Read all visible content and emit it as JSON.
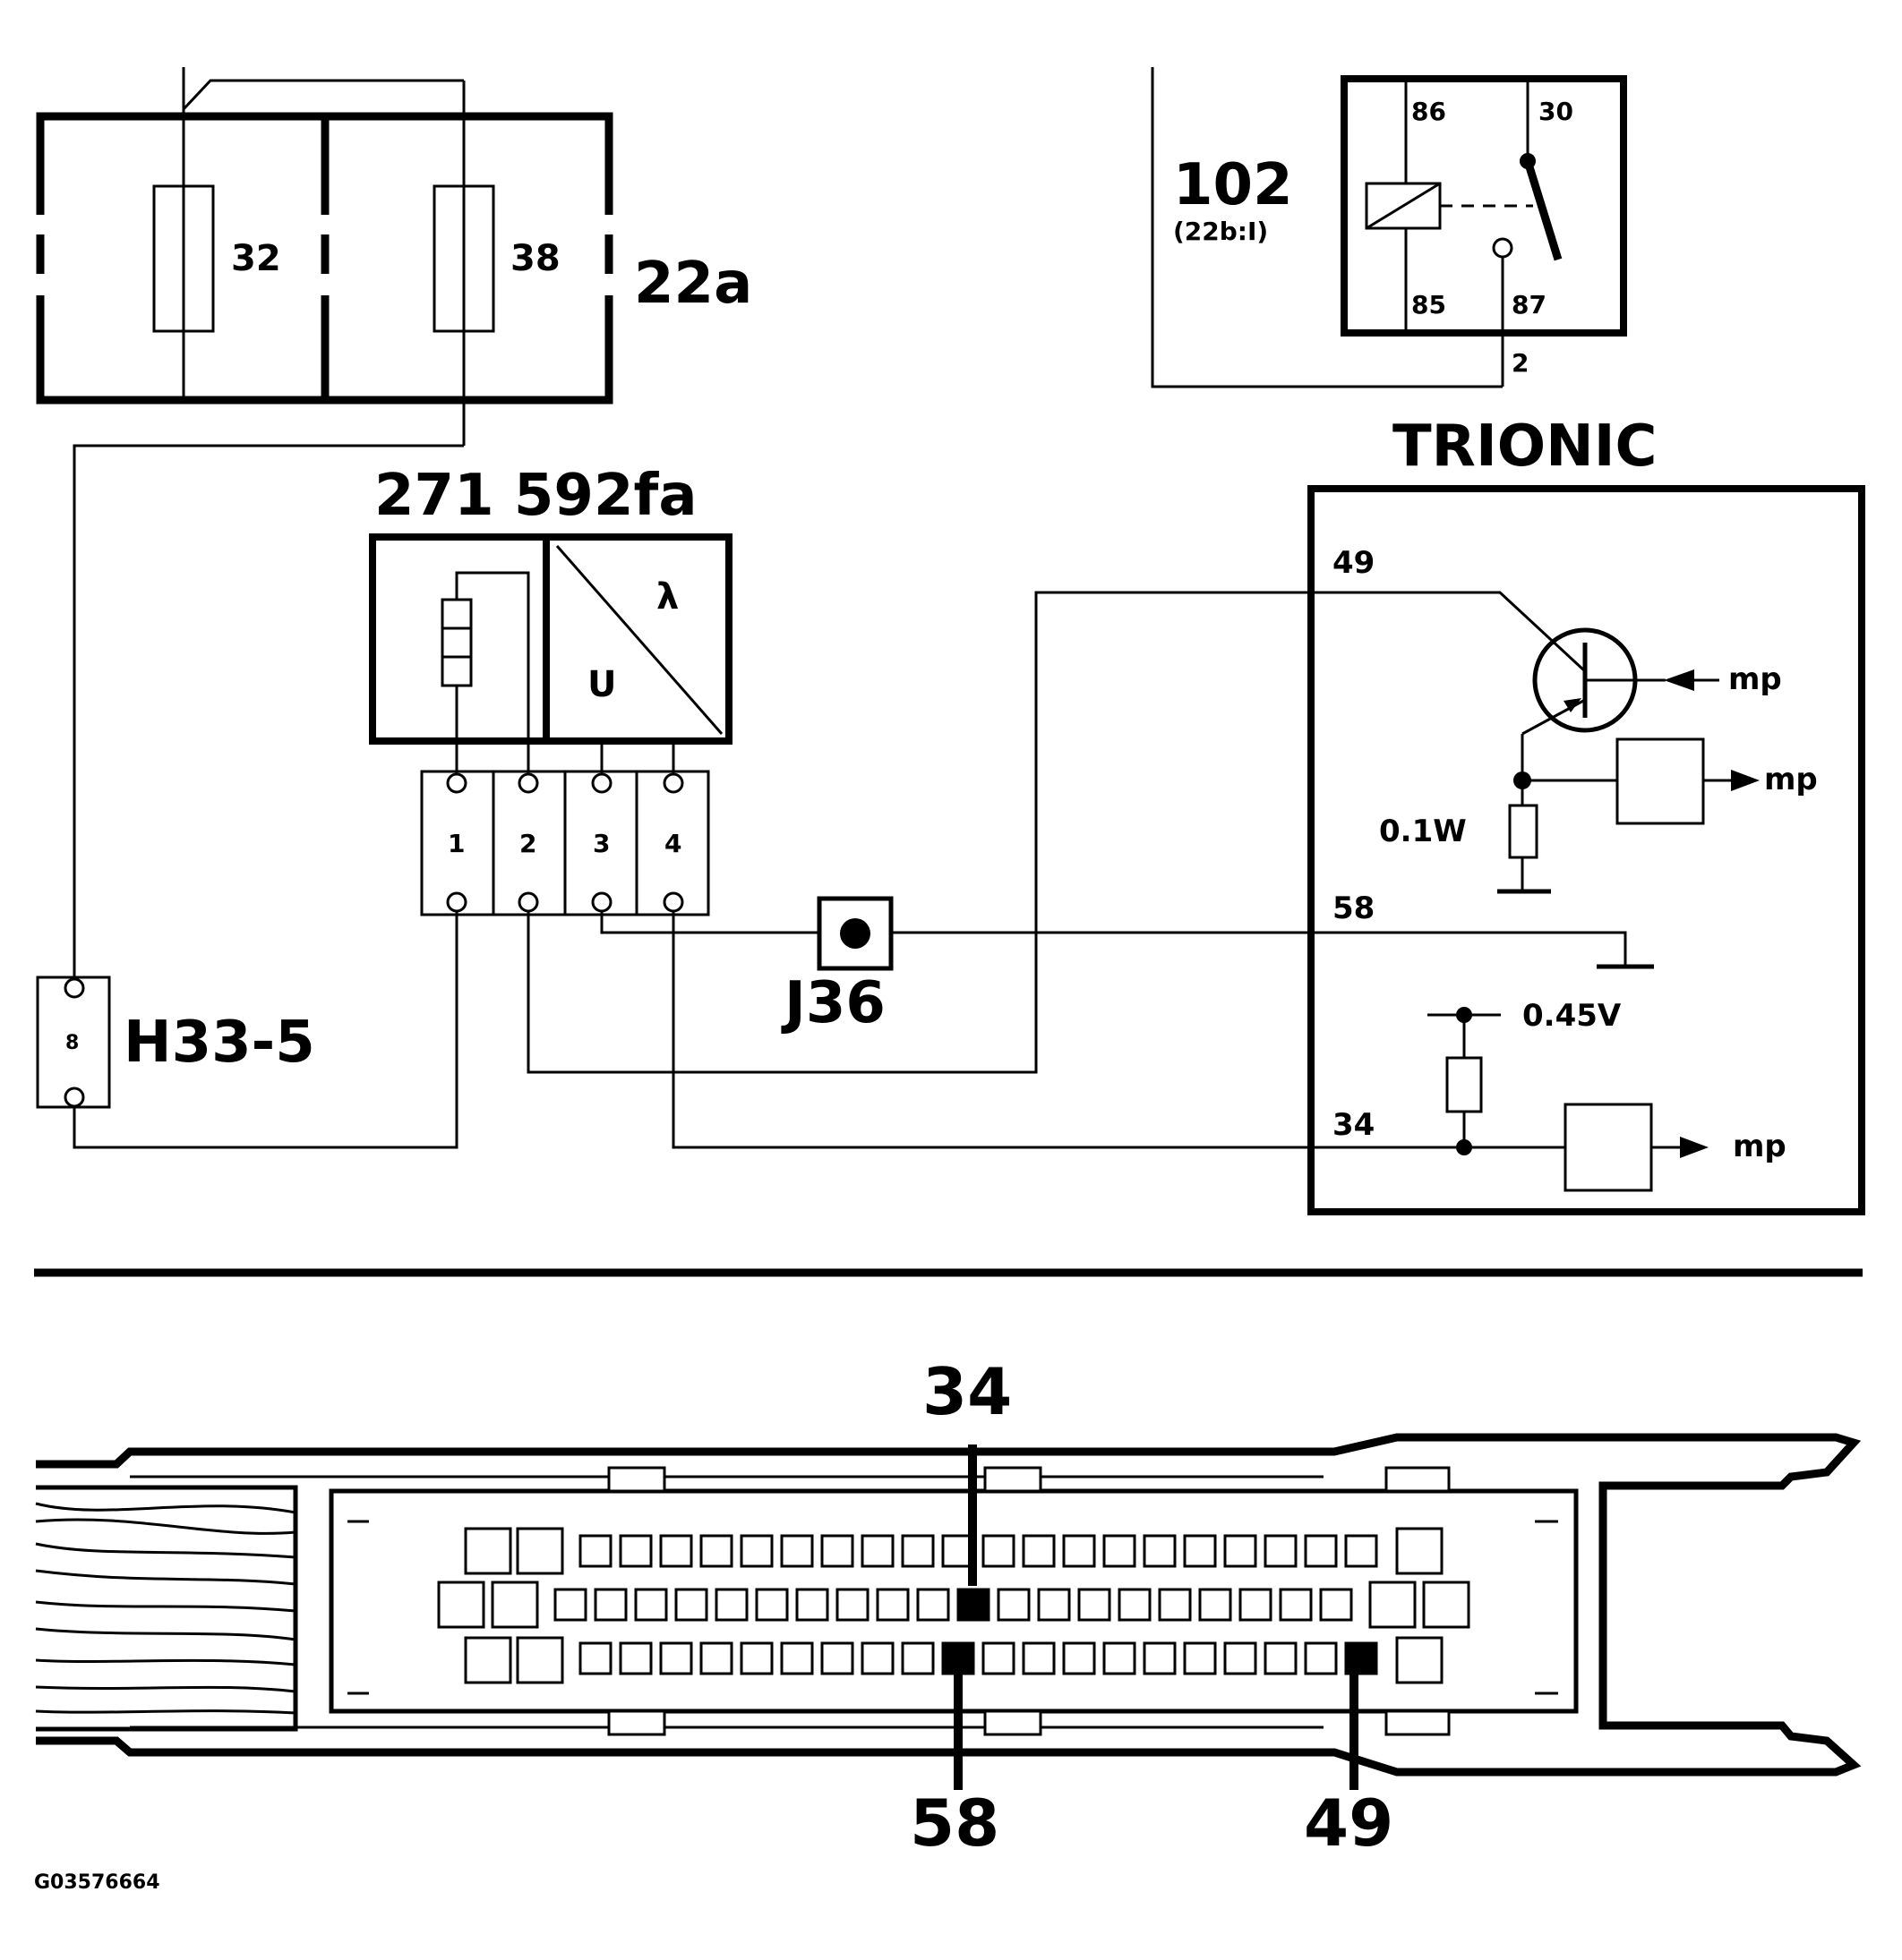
{
  "fuse_box": {
    "id": "22a",
    "fuses": [
      {
        "number": "32"
      },
      {
        "number": "38"
      }
    ]
  },
  "relay": {
    "id": "102",
    "reference": "(22b:I)",
    "terminals": {
      "t86": "86",
      "t30": "30",
      "t85": "85",
      "t87": "87"
    },
    "output_pin": "2"
  },
  "sensor": {
    "id": "271 592fa",
    "lambda_symbol": "λ",
    "voltage_symbol": "U",
    "pins": [
      "1",
      "2",
      "3",
      "4"
    ]
  },
  "connector_h33": {
    "id": "H33-5",
    "pin": "8"
  },
  "ground_point": {
    "id": "J36"
  },
  "ecu": {
    "name": "TRIONIC",
    "pins": {
      "p49": "49",
      "p58": "58",
      "p34": "34"
    },
    "resistor_value": "0.1W",
    "reference_voltage": "0.45V",
    "signal_labels": [
      "mp",
      "mp",
      "mp"
    ]
  },
  "ecu_connector": {
    "highlighted_pins": {
      "top": "34",
      "bottom_left": "58",
      "bottom_right": "49"
    },
    "top_row_count": 20,
    "middle_row_count": 20,
    "bottom_row_count": 20
  },
  "figure_code": "G03576664"
}
